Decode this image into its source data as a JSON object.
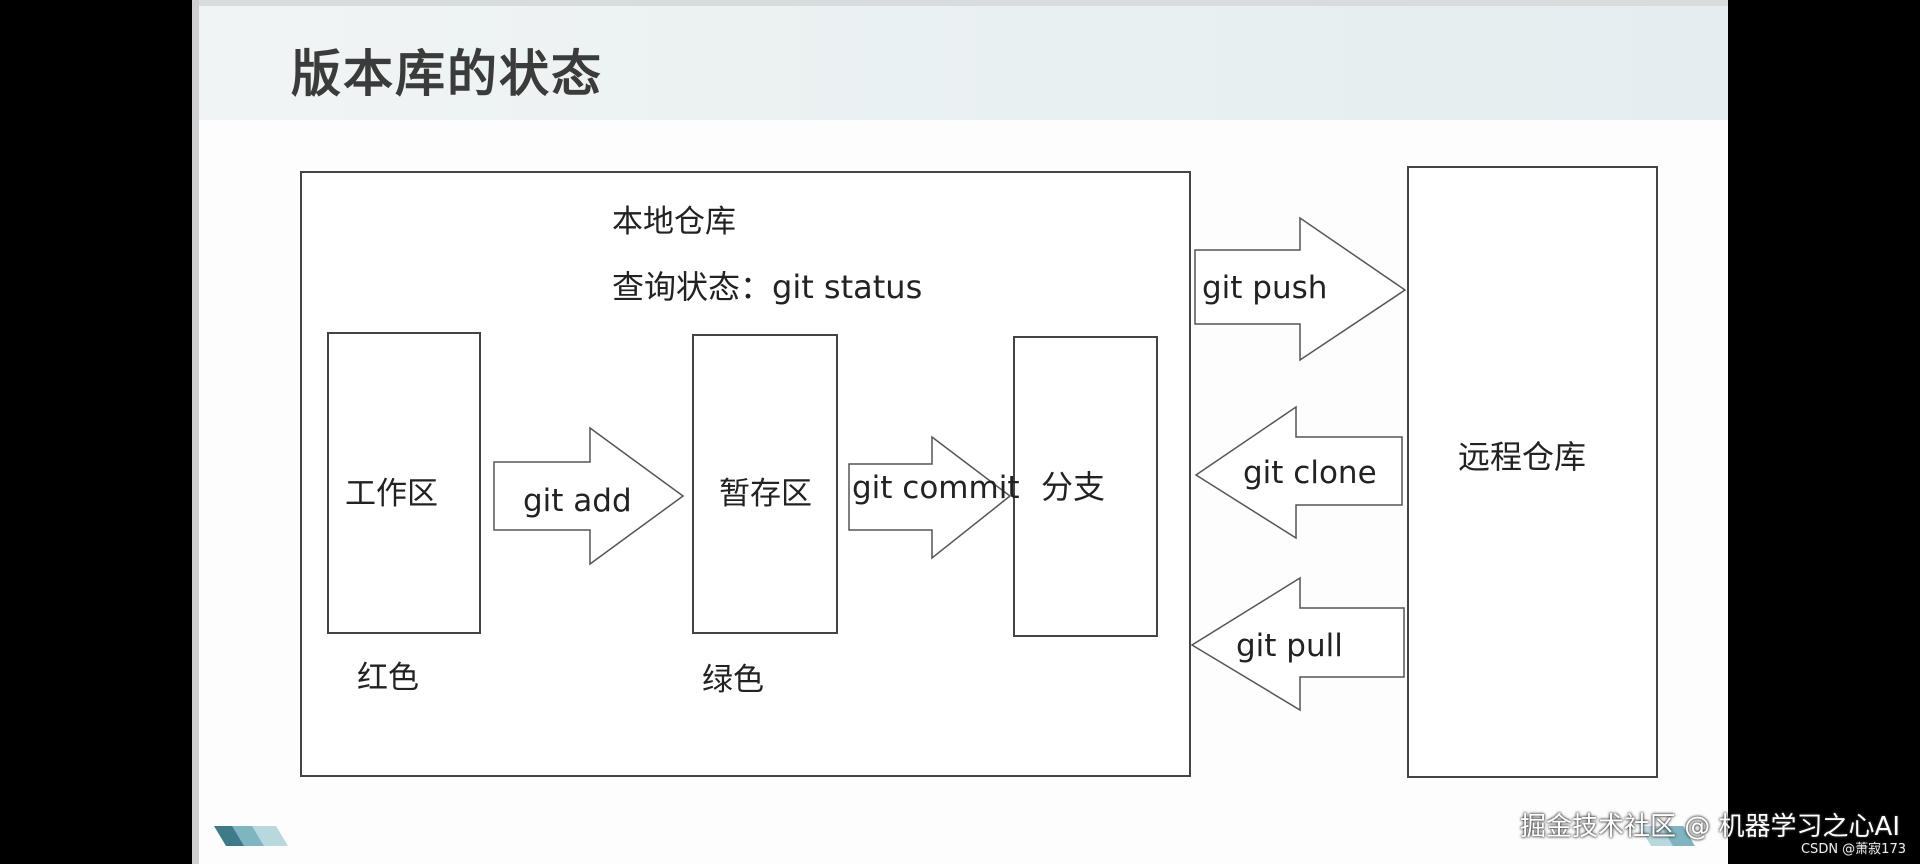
{
  "slide": {
    "title": "版本库的状态"
  },
  "diagram": {
    "local_repo_label": "本地仓库",
    "query_status_label": "查询状态：git status",
    "working_area": {
      "label": "工作区",
      "status_color_label": "红色"
    },
    "staging_area": {
      "label": "暂存区",
      "status_color_label": "绿色"
    },
    "branch": {
      "label": "分支"
    },
    "remote_repo": {
      "label": "远程仓库"
    },
    "arrows": {
      "add": "git add",
      "commit": "git commit",
      "push": "git push",
      "clone": "git clone",
      "pull": "git pull"
    }
  },
  "watermark": {
    "main": "掘金技术社区 @ 机器学习之心AI",
    "source": "CSDN @萧寂173"
  },
  "decor": {
    "accent_colors": [
      "#3d7a8a",
      "#7fb5c0",
      "#b8d8de"
    ]
  }
}
